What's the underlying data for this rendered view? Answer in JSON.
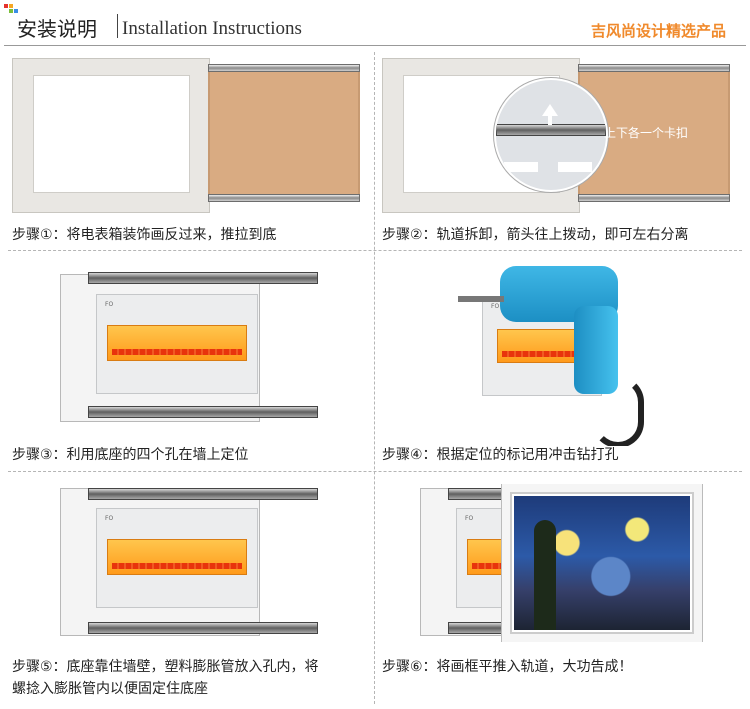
{
  "header": {
    "title_cn": "安装说明",
    "title_en": "Installation Instructions",
    "brand": "吉风尚设计精选产品",
    "dot_colors": [
      "#e5322d",
      "#f6a623",
      "#7bbf3a",
      "#3a8ee6"
    ]
  },
  "steps": [
    {
      "caption": "步骤①：将电表箱装饰画反过来，推拉到底"
    },
    {
      "caption": "步骤②：轨道拆卸，箭头往上拨动，即可左右分离",
      "callout": "上下各一个卡扣"
    },
    {
      "caption": "步骤③：利用底座的四个孔在墙上定位",
      "box_label": "FO"
    },
    {
      "caption": "步骤④：根据定位的标记用冲击钻打孔",
      "box_label": "FO"
    },
    {
      "caption_line1": "步骤⑤：底座靠住墙壁，塑料膨胀管放入孔内，将",
      "caption_line2": "螺捻入膨胀管内以便固定住底座",
      "box_label": "FO"
    },
    {
      "caption": "步骤⑥：将画框平推入轨道，大功告成！",
      "box_label": "FO"
    }
  ]
}
